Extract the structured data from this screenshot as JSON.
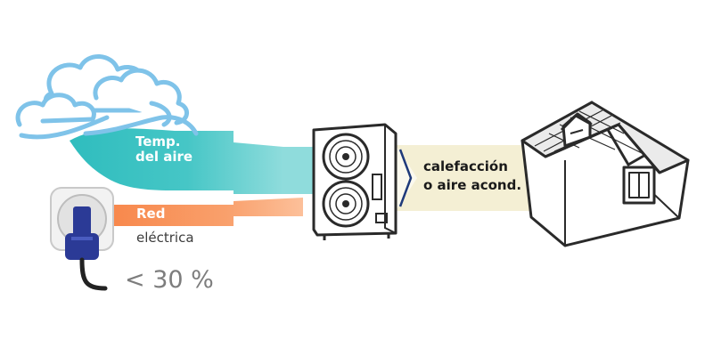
{
  "labels": {
    "air_temp_line1": "Temp.",
    "air_temp_line2": "del aire",
    "grid_line1": "Red",
    "grid_line2": "eléctrica",
    "grid_share": "< 30 %",
    "output_line1": "calefacción",
    "output_line2": "o aire acond."
  },
  "colors": {
    "air_flow": "#2fbdbe",
    "air_flow_light": "#8fdcdc",
    "grid_flow": "#f8884c",
    "grid_flow_light": "#fcc09a",
    "output_band": "#f4efd4",
    "cloud": "#7fc3e9",
    "plug": "#2b3a96",
    "outline": "#2a2a2a"
  },
  "icons": {
    "clouds": "wind-clouds-icon",
    "socket": "power-socket-icon",
    "unit": "heat-pump-unit-icon",
    "house": "house-icon"
  }
}
